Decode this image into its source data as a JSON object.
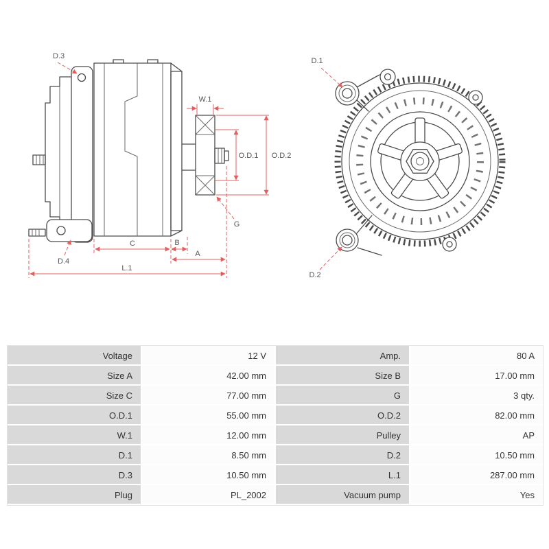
{
  "diagram": {
    "labels": {
      "d3": "D.3",
      "d4": "D.4",
      "w1": "W.1",
      "od1": "O.D.1",
      "od2": "O.D.2",
      "g": "G",
      "c": "C",
      "b": "B",
      "a": "A",
      "l1": "L.1",
      "d1": "D.1",
      "d2": "D.2"
    },
    "colors": {
      "line": "#4a4a4a",
      "dimension": "#e06060",
      "label_text": "#555555"
    }
  },
  "table": {
    "colors": {
      "label_bg": "#d9d9d9",
      "value_bg": "#fcfcfc",
      "text": "#333333"
    },
    "rows": [
      {
        "label": "Voltage",
        "value": "12 V",
        "label2": "Amp.",
        "value2": "80 A"
      },
      {
        "label": "Size A",
        "value": "42.00 mm",
        "label2": "Size B",
        "value2": "17.00 mm"
      },
      {
        "label": "Size C",
        "value": "77.00 mm",
        "label2": "G",
        "value2": "3 qty."
      },
      {
        "label": "O.D.1",
        "value": "55.00 mm",
        "label2": "O.D.2",
        "value2": "82.00 mm"
      },
      {
        "label": "W.1",
        "value": "12.00 mm",
        "label2": "Pulley",
        "value2": "AP"
      },
      {
        "label": "D.1",
        "value": "8.50 mm",
        "label2": "D.2",
        "value2": "10.50 mm"
      },
      {
        "label": "D.3",
        "value": "10.50 mm",
        "label2": "L.1",
        "value2": "287.00 mm"
      },
      {
        "label": "Plug",
        "value": "PL_2002",
        "label2": "Vacuum pump",
        "value2": "Yes"
      }
    ]
  }
}
